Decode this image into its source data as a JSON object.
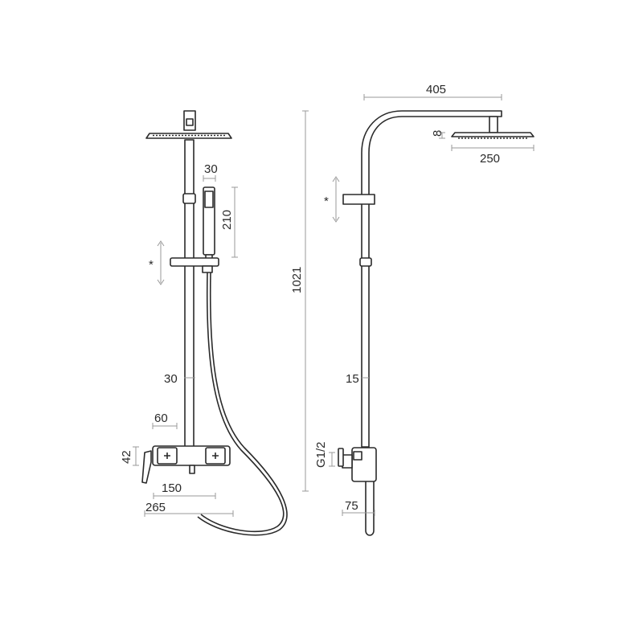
{
  "front_view": {
    "labels": {
      "handshower_width": "30",
      "handshower_height": "210",
      "adjustable": "*",
      "rail_diameter": "30",
      "mixer_handle": "60",
      "mixer_height": "42",
      "mixer_centers": "150",
      "mixer_total": "265"
    }
  },
  "side_view": {
    "labels": {
      "arm_projection": "405",
      "head_thickness": "8",
      "head_diameter": "250",
      "adjustable": "*",
      "total_height": "1021",
      "pipe_diameter": "15",
      "connection": "G1/2",
      "wall_offset": "75"
    }
  },
  "colors": {
    "line": "#2a2a2a",
    "dimension": "#9a9a9a",
    "background": "#ffffff"
  }
}
